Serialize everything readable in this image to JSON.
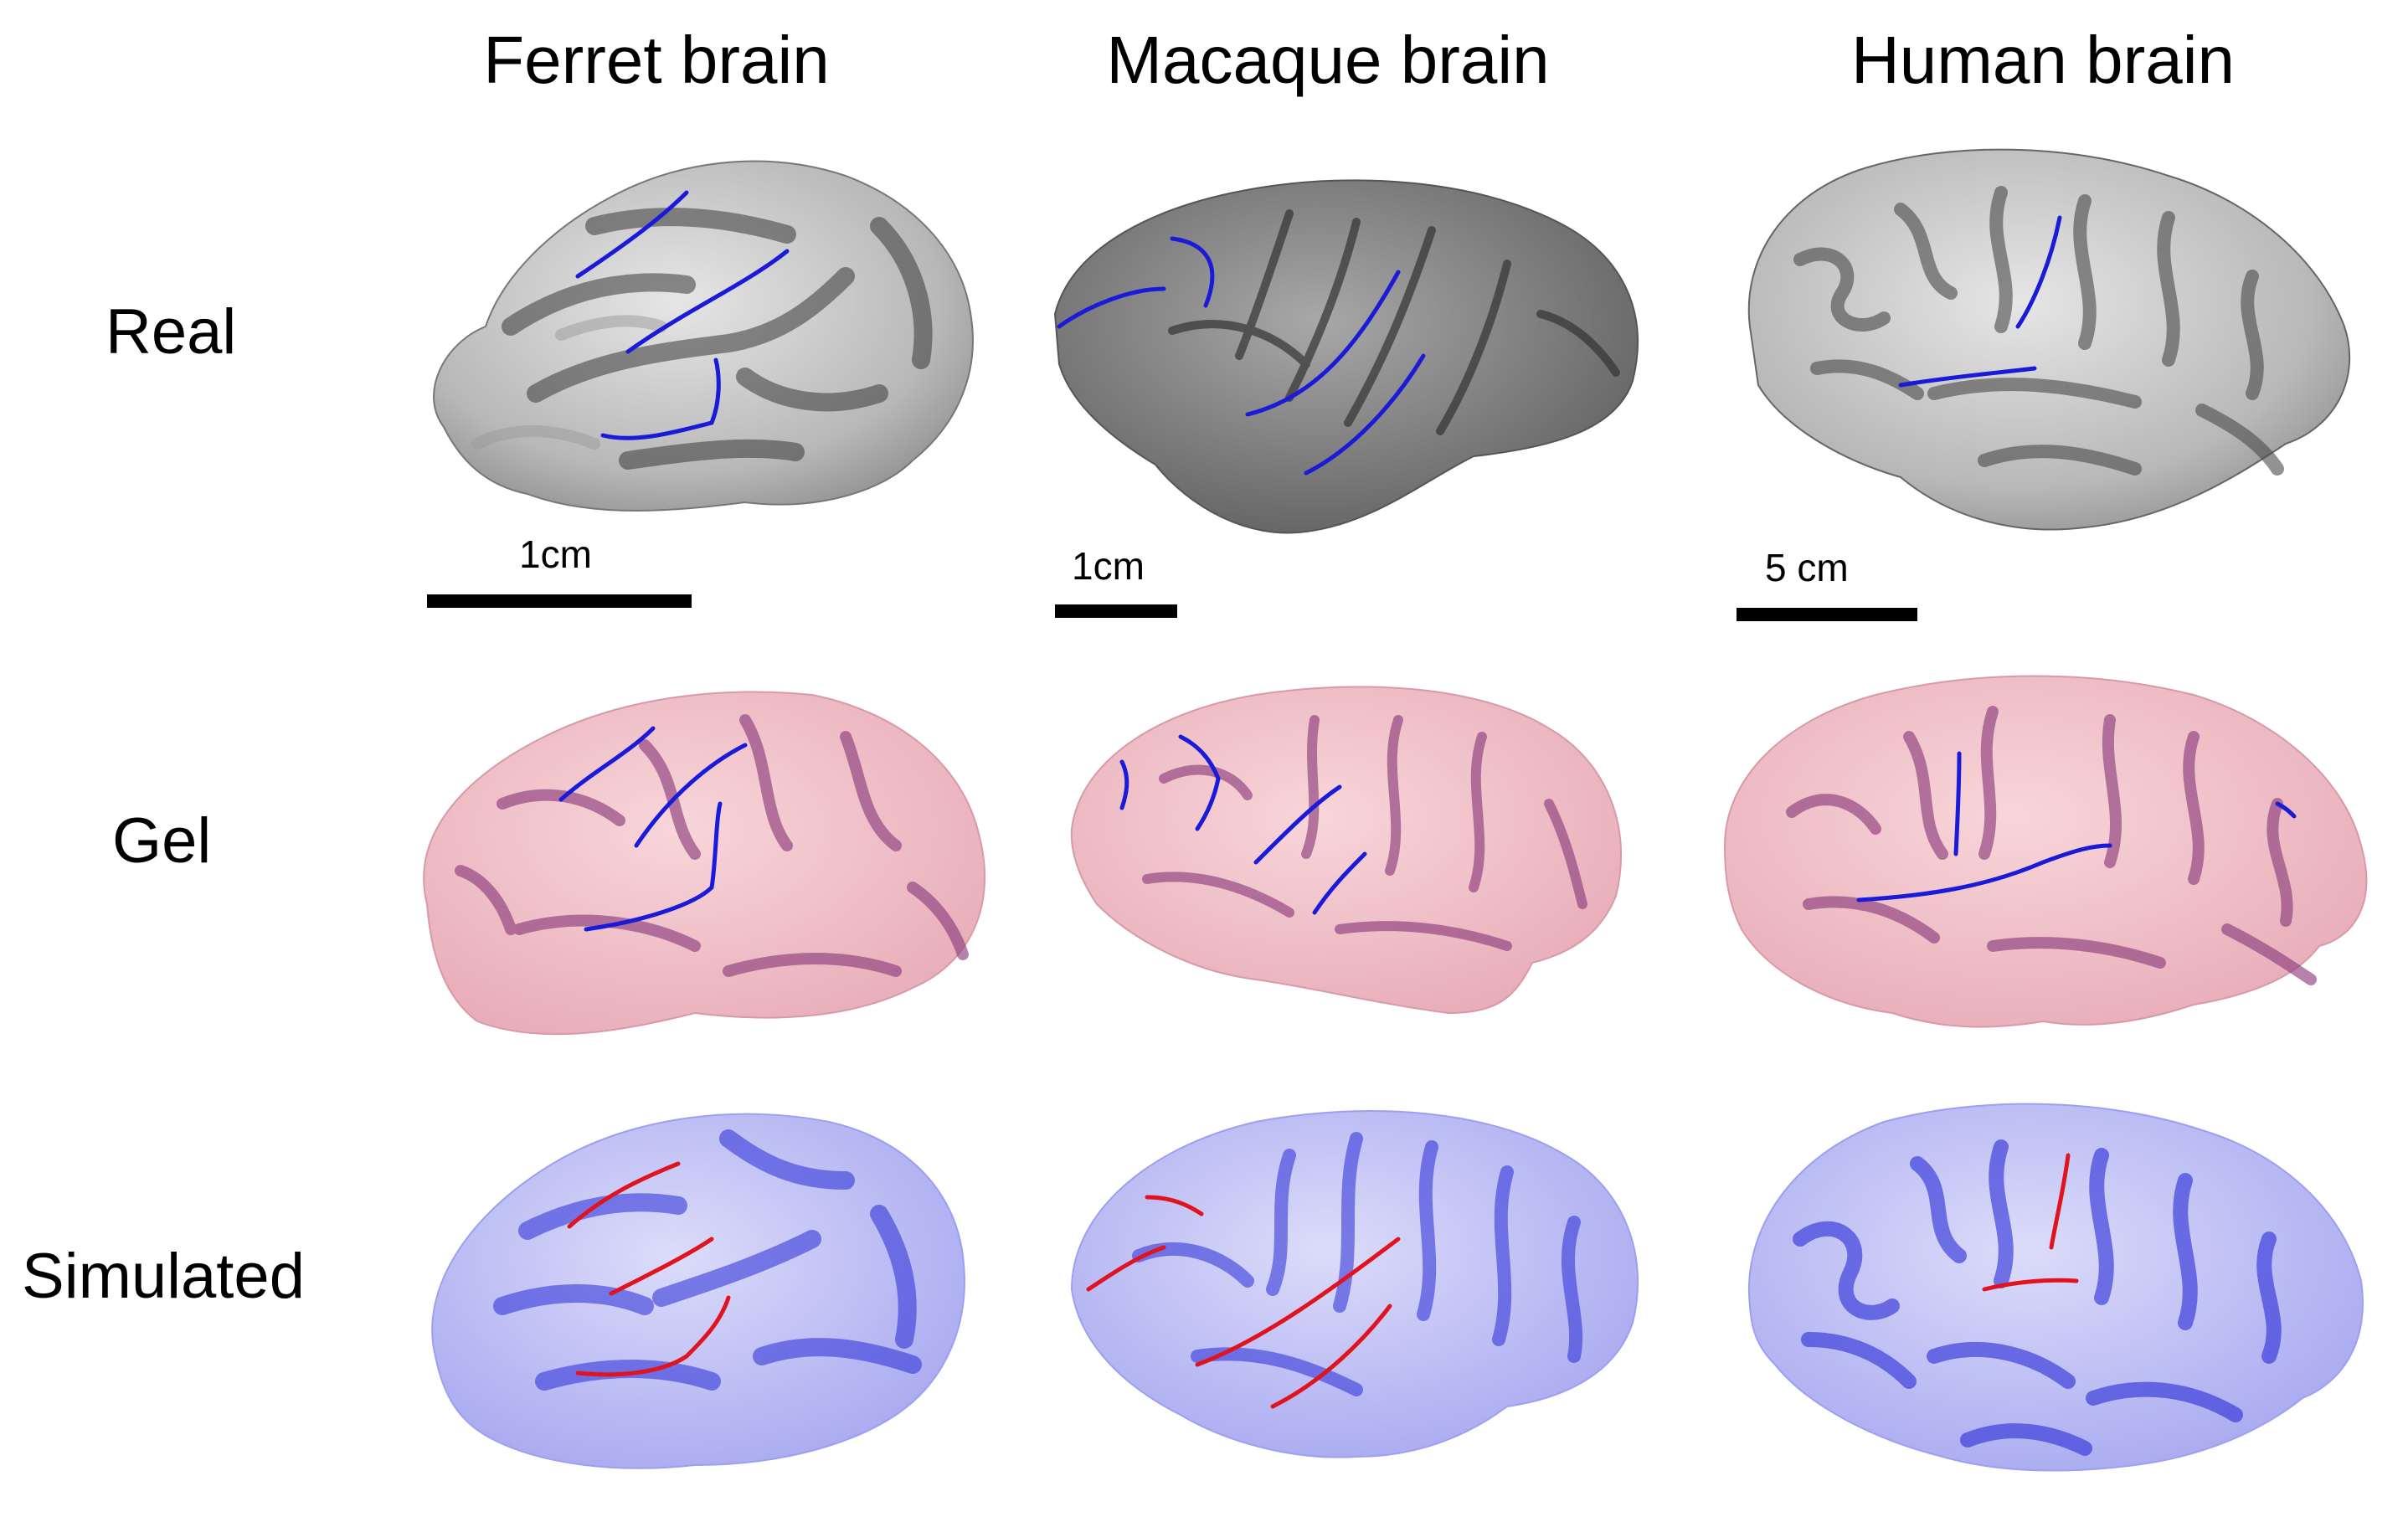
{
  "columns": {
    "ferret": "Ferret brain",
    "macaque": "Macaque brain",
    "human": "Human brain"
  },
  "rows": {
    "real": "Real",
    "gel": "Gel",
    "simulated": "Simulated"
  },
  "scale_bars": {
    "ferret": "1cm",
    "macaque": "1cm",
    "human": "5 cm"
  },
  "colors": {
    "real_surface": "#bdbdbd",
    "real_groove": "#3a3a3a",
    "gel_surface": "#f2c0c6",
    "gel_groove": "#8e3f7e",
    "sim_surface": "#c7c9f5",
    "sim_groove": "#2a2cd8",
    "highlight_blue": "#1a1ad9",
    "highlight_red": "#e0141e"
  }
}
